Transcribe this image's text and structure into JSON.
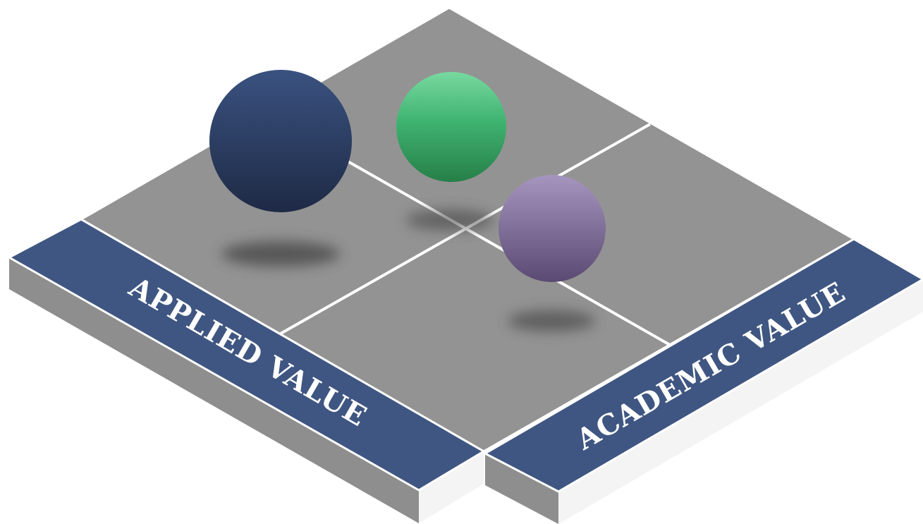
{
  "labels": {
    "left_axis": "APPLIED VALUE",
    "right_axis": "ACADEMIC VALUE"
  },
  "colors": {
    "grid_fill": "#939393",
    "grid_line": "#ffffff",
    "band_fill": "#3f5682",
    "side_face": "#8e8e8e",
    "side_face_light": "#f4f4f4",
    "sphere_navy": "#2b3d5f",
    "sphere_green": "#3caa6a",
    "sphere_purple": "#7e6a96"
  },
  "spheres": [
    {
      "name": "navy-sphere",
      "color": "navy"
    },
    {
      "name": "green-sphere",
      "color": "green"
    },
    {
      "name": "purple-sphere",
      "color": "purple"
    }
  ]
}
